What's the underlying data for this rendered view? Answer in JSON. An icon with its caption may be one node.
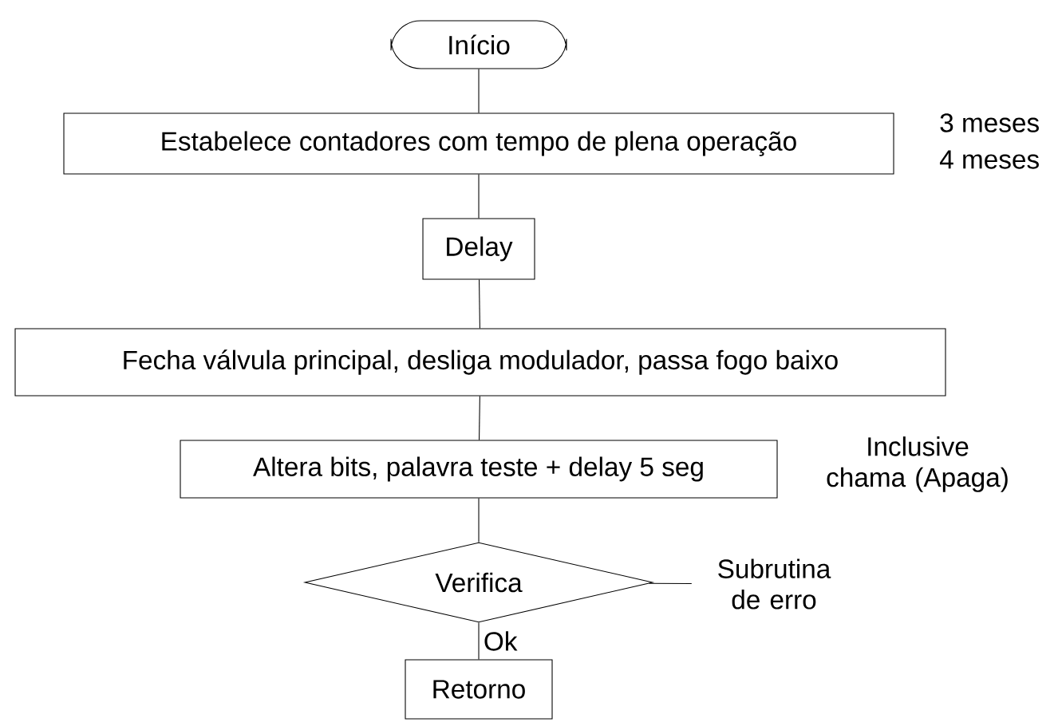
{
  "diagram": {
    "nodes": [
      {
        "text": [
          "Início"
        ]
      },
      {
        "text": [
          "Estabelece contadores com tempo de plena operação"
        ],
        "beside": [
          "3 meses",
          "4 meses"
        ]
      },
      {
        "text": [
          "Delay"
        ]
      },
      {
        "text": [
          "Fecha válvula principal, desliga modulador, passa fogo baixo"
        ]
      },
      {
        "text": [
          "Altera bits, palavra teste + delay 5 seg"
        ],
        "beside": [
          "Inclusive chama (Apaga)"
        ]
      },
      {
        "text": [
          "Verifica"
        ]
      },
      {
        "text": [
          "Subrutina de erro"
        ]
      },
      {
        "text": [
          "Retorno"
        ]
      }
    ],
    "edges": [
      {
        "from": 0,
        "to": 1,
        "arrow": "none"
      },
      {
        "from": 1,
        "to": 2,
        "arrow": "none"
      },
      {
        "from": 2,
        "to": 3,
        "arrow": "none"
      },
      {
        "from": 3,
        "to": 4,
        "arrow": "none"
      },
      {
        "from": 4,
        "to": 5,
        "arrow": "none"
      },
      {
        "from": 5,
        "to": 6,
        "arrow": "none"
      },
      {
        "from": 5,
        "to": 7,
        "label": "Ok",
        "arrow": "none"
      }
    ]
  }
}
